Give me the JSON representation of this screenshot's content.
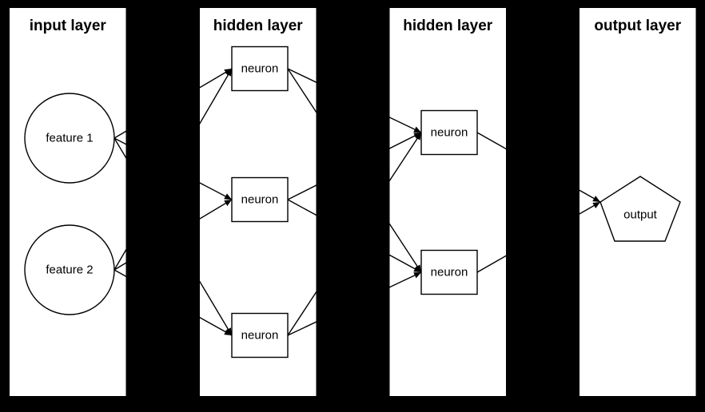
{
  "diagram": {
    "kind": "feedforward-neural-network",
    "colors": {
      "background": "#000000",
      "panel": "#ffffff",
      "stroke": "#000000",
      "text": "#000000"
    },
    "layers": [
      {
        "title": "input layer",
        "nodes": [
          {
            "id": "feature-1",
            "shape": "circle",
            "label": "feature 1"
          },
          {
            "id": "feature-2",
            "shape": "circle",
            "label": "feature 2"
          }
        ]
      },
      {
        "title": "hidden layer",
        "nodes": [
          {
            "id": "h1-neuron-1",
            "shape": "rect",
            "label": "neuron"
          },
          {
            "id": "h1-neuron-2",
            "shape": "rect",
            "label": "neuron"
          },
          {
            "id": "h1-neuron-3",
            "shape": "rect",
            "label": "neuron"
          }
        ]
      },
      {
        "title": "hidden layer",
        "nodes": [
          {
            "id": "h2-neuron-1",
            "shape": "rect",
            "label": "neuron"
          },
          {
            "id": "h2-neuron-2",
            "shape": "rect",
            "label": "neuron"
          }
        ]
      },
      {
        "title": "output layer",
        "nodes": [
          {
            "id": "output",
            "shape": "pentagon",
            "label": "output"
          }
        ]
      }
    ],
    "edges": [
      {
        "from": "feature-1",
        "to": "h1-neuron-1"
      },
      {
        "from": "feature-1",
        "to": "h1-neuron-2"
      },
      {
        "from": "feature-1",
        "to": "h1-neuron-3"
      },
      {
        "from": "feature-2",
        "to": "h1-neuron-1"
      },
      {
        "from": "feature-2",
        "to": "h1-neuron-2"
      },
      {
        "from": "feature-2",
        "to": "h1-neuron-3"
      },
      {
        "from": "h1-neuron-1",
        "to": "h2-neuron-1"
      },
      {
        "from": "h1-neuron-1",
        "to": "h2-neuron-2"
      },
      {
        "from": "h1-neuron-2",
        "to": "h2-neuron-1"
      },
      {
        "from": "h1-neuron-2",
        "to": "h2-neuron-2"
      },
      {
        "from": "h1-neuron-3",
        "to": "h2-neuron-1"
      },
      {
        "from": "h1-neuron-3",
        "to": "h2-neuron-2"
      },
      {
        "from": "h2-neuron-1",
        "to": "output"
      },
      {
        "from": "h2-neuron-2",
        "to": "output"
      }
    ]
  }
}
